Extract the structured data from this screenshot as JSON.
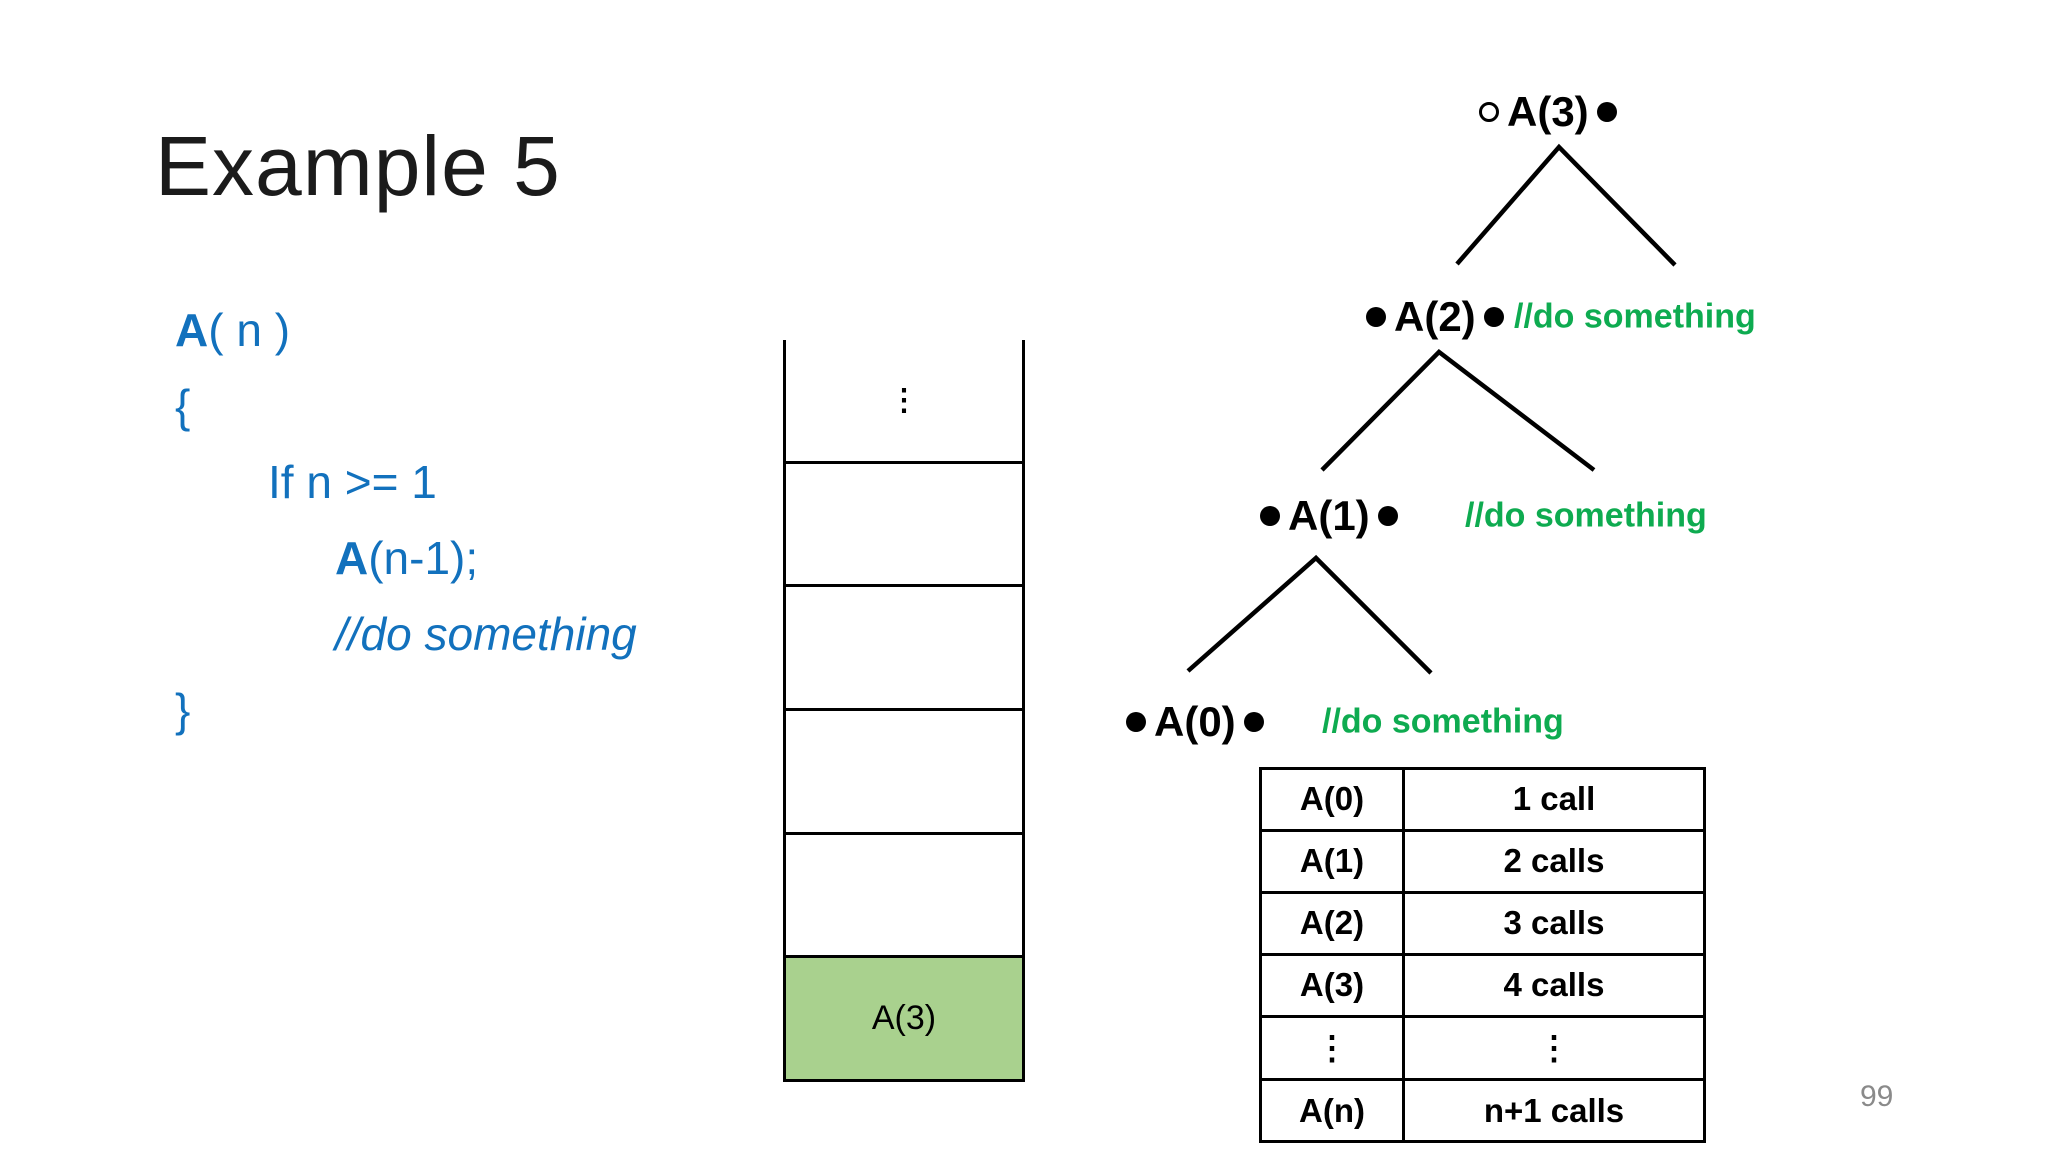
{
  "slide": {
    "title": "Example 5",
    "page_number": "99"
  },
  "colors": {
    "code_blue": "#1271BD",
    "comment_green": "#0EAB50",
    "stack_highlight_green": "#A9D18E",
    "page_number_gray": "#8A8A8A",
    "line_black": "#000000"
  },
  "code": {
    "lines": [
      {
        "indent_level": 0,
        "italic": false,
        "parts": [
          {
            "text": "A",
            "bold": true
          },
          {
            "text": "( n )",
            "bold": false
          }
        ]
      },
      {
        "indent_level": 0,
        "italic": false,
        "parts": [
          {
            "text": "{",
            "bold": false
          }
        ]
      },
      {
        "indent_level": 1,
        "italic": false,
        "parts": [
          {
            "text": "If n >= 1",
            "bold": false
          }
        ]
      },
      {
        "indent_level": 2,
        "italic": false,
        "parts": [
          {
            "text": "A",
            "bold": true
          },
          {
            "text": "(n-1);",
            "bold": false
          }
        ]
      },
      {
        "indent_level": 2,
        "italic": true,
        "parts": [
          {
            "text": "//do something",
            "bold": false
          }
        ]
      },
      {
        "indent_level": 0,
        "italic": false,
        "parts": [
          {
            "text": "}",
            "bold": false
          }
        ]
      }
    ]
  },
  "stack": {
    "cells": [
      {
        "label": "⋮",
        "type": "ellipsis"
      },
      {
        "label": "",
        "type": "empty"
      },
      {
        "label": "",
        "type": "empty"
      },
      {
        "label": "",
        "type": "empty"
      },
      {
        "label": "",
        "type": "empty"
      },
      {
        "label": "A(3)",
        "type": "highlight"
      }
    ]
  },
  "tree": {
    "nodes": [
      {
        "label": "A(3)",
        "left_marker": "open-circle",
        "right_marker": "filled-circle",
        "comment": ""
      },
      {
        "label": "A(2)",
        "left_marker": "filled-circle",
        "right_marker": "filled-circle",
        "comment": "//do something"
      },
      {
        "label": "A(1)",
        "left_marker": "filled-circle",
        "right_marker": "filled-circle",
        "comment": "//do something"
      },
      {
        "label": "A(0)",
        "left_marker": "filled-circle",
        "right_marker": "filled-circle",
        "comment": "//do something"
      }
    ]
  },
  "table": {
    "rows": [
      [
        "A(0)",
        "1 call"
      ],
      [
        "A(1)",
        "2 calls"
      ],
      [
        "A(2)",
        "3 calls"
      ],
      [
        "A(3)",
        "4 calls"
      ],
      [
        "⋮",
        "⋮"
      ],
      [
        "A(n)",
        "n+1 calls"
      ]
    ]
  }
}
